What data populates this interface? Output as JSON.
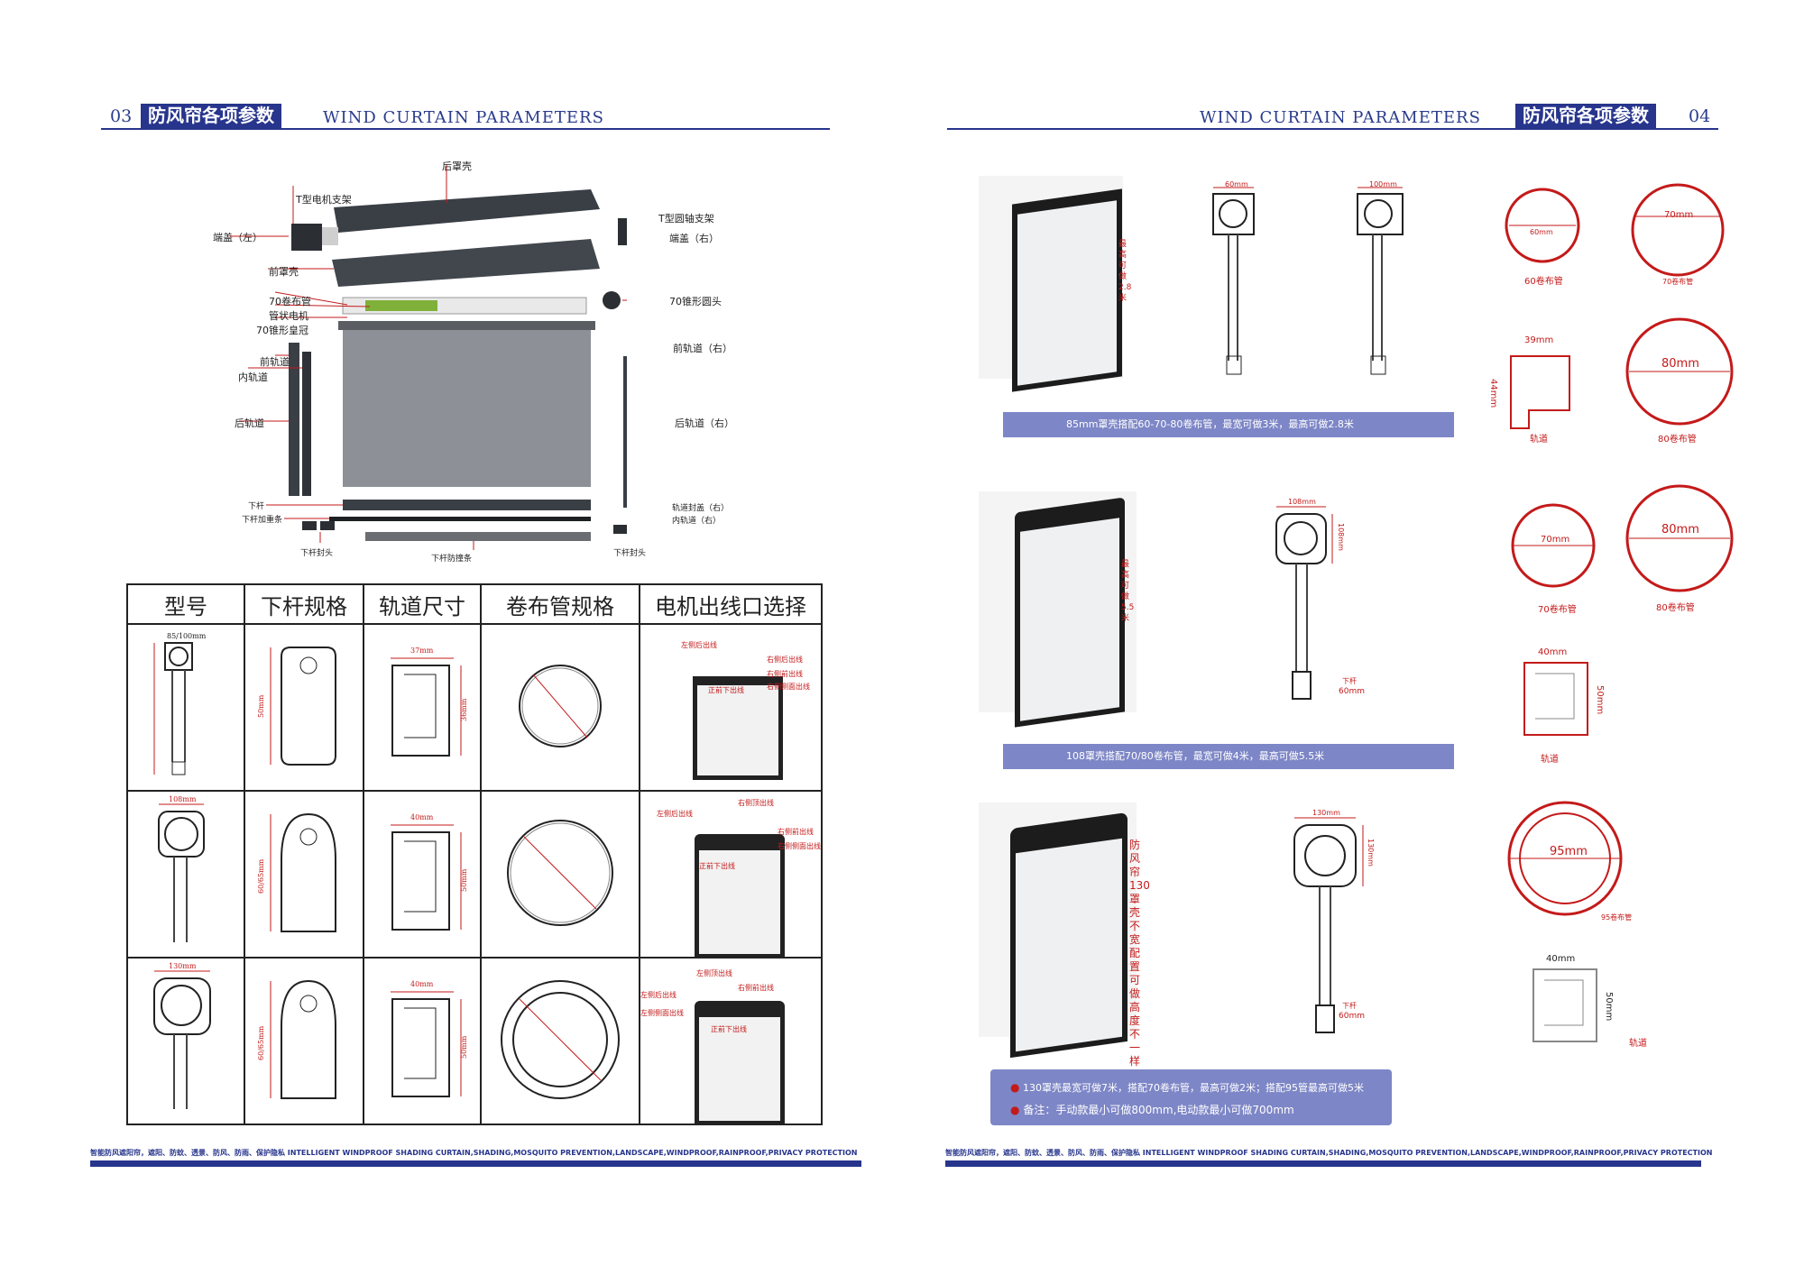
{
  "left_page": {
    "page_number": "03",
    "title_cn": "防风帘各项参数",
    "title_en": "WIND CURTAIN PARAMETERS",
    "parts": {
      "rear_cover": "后罩壳",
      "t_motor_bracket": "T型电机支架",
      "end_cap_left": "端盖（左）",
      "t_round_shaft_bracket": "T型圆轴支架",
      "end_cap_right": "端盖（右）",
      "front_cover": "前罩壳",
      "tube_70": "70卷布管",
      "tubular_motor": "管状电机",
      "crown_70": "70锥形皇冠",
      "cone_head_70": "70锥形圆头",
      "front_rail": "前轨道",
      "inner_rail": "内轨道",
      "front_rail_right": "前轨道（右）",
      "rear_rail": "后轨道",
      "rear_rail_right": "后轨道（右）",
      "bottom_bar": "下杆",
      "bottom_bar_weight": "下杆加重条",
      "rail_cap_right": "轨道封盖（右）",
      "inner_rail_right": "内轨道（右）",
      "bottom_bar_cap_left": "下杆封头",
      "bottom_bar_seal": "下杆防撞条",
      "bottom_bar_cap_right": "下杆封头"
    },
    "table": {
      "headers": [
        "型号",
        "下杆规格",
        "轨道尺寸",
        "卷布管规格",
        "电机出线口选择"
      ],
      "rows": [
        {
          "model_dim": "85/100mm",
          "bar_dim": "50mm",
          "rail_w": "37mm",
          "rail_h": "36mm",
          "outlets": [
            "左侧后出线",
            "右侧后出线",
            "右侧前出线",
            "右侧侧面出线",
            "正前下出线"
          ]
        },
        {
          "model_dim": "108mm",
          "bar_dim": "60/65mm",
          "rail_w": "40mm",
          "rail_h": "50mm",
          "outlets": [
            "左侧后出线",
            "右侧顶出线",
            "右侧前出线",
            "右侧侧面出线",
            "正前下出线"
          ]
        },
        {
          "model_dim": "130mm",
          "bar_dim": "60/65mm",
          "rail_w": "40mm",
          "rail_h": "50mm",
          "outlets": [
            "左侧顶出线",
            "右侧前出线",
            "左侧后出线",
            "左侧侧面出线",
            "正前下出线"
          ]
        }
      ]
    },
    "footer_cn": "智能防风遮阳帘，遮阳、防蚊、透景、防风、防雨、保护隐私",
    "footer_en": "INTELLIGENT WINDPROOF SHADING CURTAIN,SHADING,MOSQUITO PREVENTION,LANDSCAPE,WINDPROOF,RAINPROOF,PRIVACY PROTECTION"
  },
  "right_page": {
    "page_number": "04",
    "title_cn": "防风帘各项参数",
    "title_en": "WIND CURTAIN PARAMETERS",
    "section1": {
      "height_note": "最高可做2.8米",
      "dim_a": "60mm",
      "dim_b": "100mm",
      "tube_60": "60mm",
      "tube_60_caption": "60卷布管",
      "tube_70": "70mm",
      "tube_70_caption": "70卷布管",
      "rail_w": "39mm",
      "rail_h": "44mm",
      "rail_caption": "轨道",
      "tube_80": "80mm",
      "tube_80_caption": "80卷布管",
      "note": "85mm罩壳搭配60-70-80卷布管，最宽可做3米，最高可做2.8米"
    },
    "section2": {
      "height_note": "最高可做5.5米",
      "dim_top": "108mm",
      "dim_side": "108mm",
      "bottom_label": "下杆",
      "bottom_dim": "60mm",
      "tube_70": "70mm",
      "tube_70_caption": "70卷布管",
      "tube_80": "80mm",
      "tube_80_caption": "80卷布管",
      "rail_w": "40mm",
      "rail_h": "50mm",
      "rail_caption": "轨道",
      "note": "108罩壳搭配70/80卷布管，最宽可做4米，最高可做5.5米"
    },
    "section3": {
      "side_note": "防风帘130罩壳不宽配置可做高度不一样",
      "dim_top": "130mm",
      "dim_side": "130mm",
      "bottom_label": "下杆",
      "bottom_dim": "60mm",
      "tube_95": "95mm",
      "tube_95_caption": "95卷布管",
      "rail_w": "40mm",
      "rail_h": "50mm",
      "rail_caption": "轨道",
      "note1": "130罩壳最宽可做7米，搭配70卷布管，最高可做2米；搭配95管最高可做5米",
      "note2": "备注：手动款最小可做800mm,电动款最小可做700mm"
    },
    "footer_cn": "智能防风遮阳帘，遮阳、防蚊、透景、防风、防雨、保护隐私",
    "footer_en": "INTELLIGENT WINDPROOF SHADING CURTAIN,SHADING,MOSQUITO PREVENTION,LANDSCAPE,WINDPROOF,RAINPROOF,PRIVACY PROTECTION"
  },
  "colors": {
    "brand": "#27358c",
    "accent": "#c41a1a",
    "note_bg": "#7d86c6"
  }
}
